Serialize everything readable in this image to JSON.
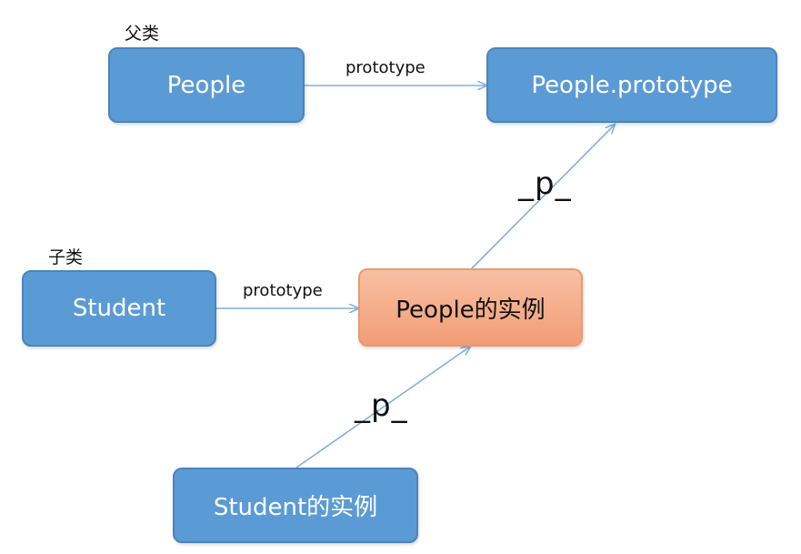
{
  "captions": {
    "parent_class": "父类",
    "child_class": "子类"
  },
  "nodes": {
    "people": "People",
    "people_prototype": "People.prototype",
    "student": "Student",
    "people_instance": "People的实例",
    "student_instance": "Student的实例"
  },
  "edges": {
    "people_to_prototype": "prototype",
    "student_to_people_instance": "prototype",
    "people_instance_to_prototype": "_p_",
    "student_instance_to_people_instance": "_p_"
  },
  "colors": {
    "node_fill": "#5b9bd5",
    "highlight_fill": "#f4a582",
    "arrow": "#7fb0dd"
  }
}
